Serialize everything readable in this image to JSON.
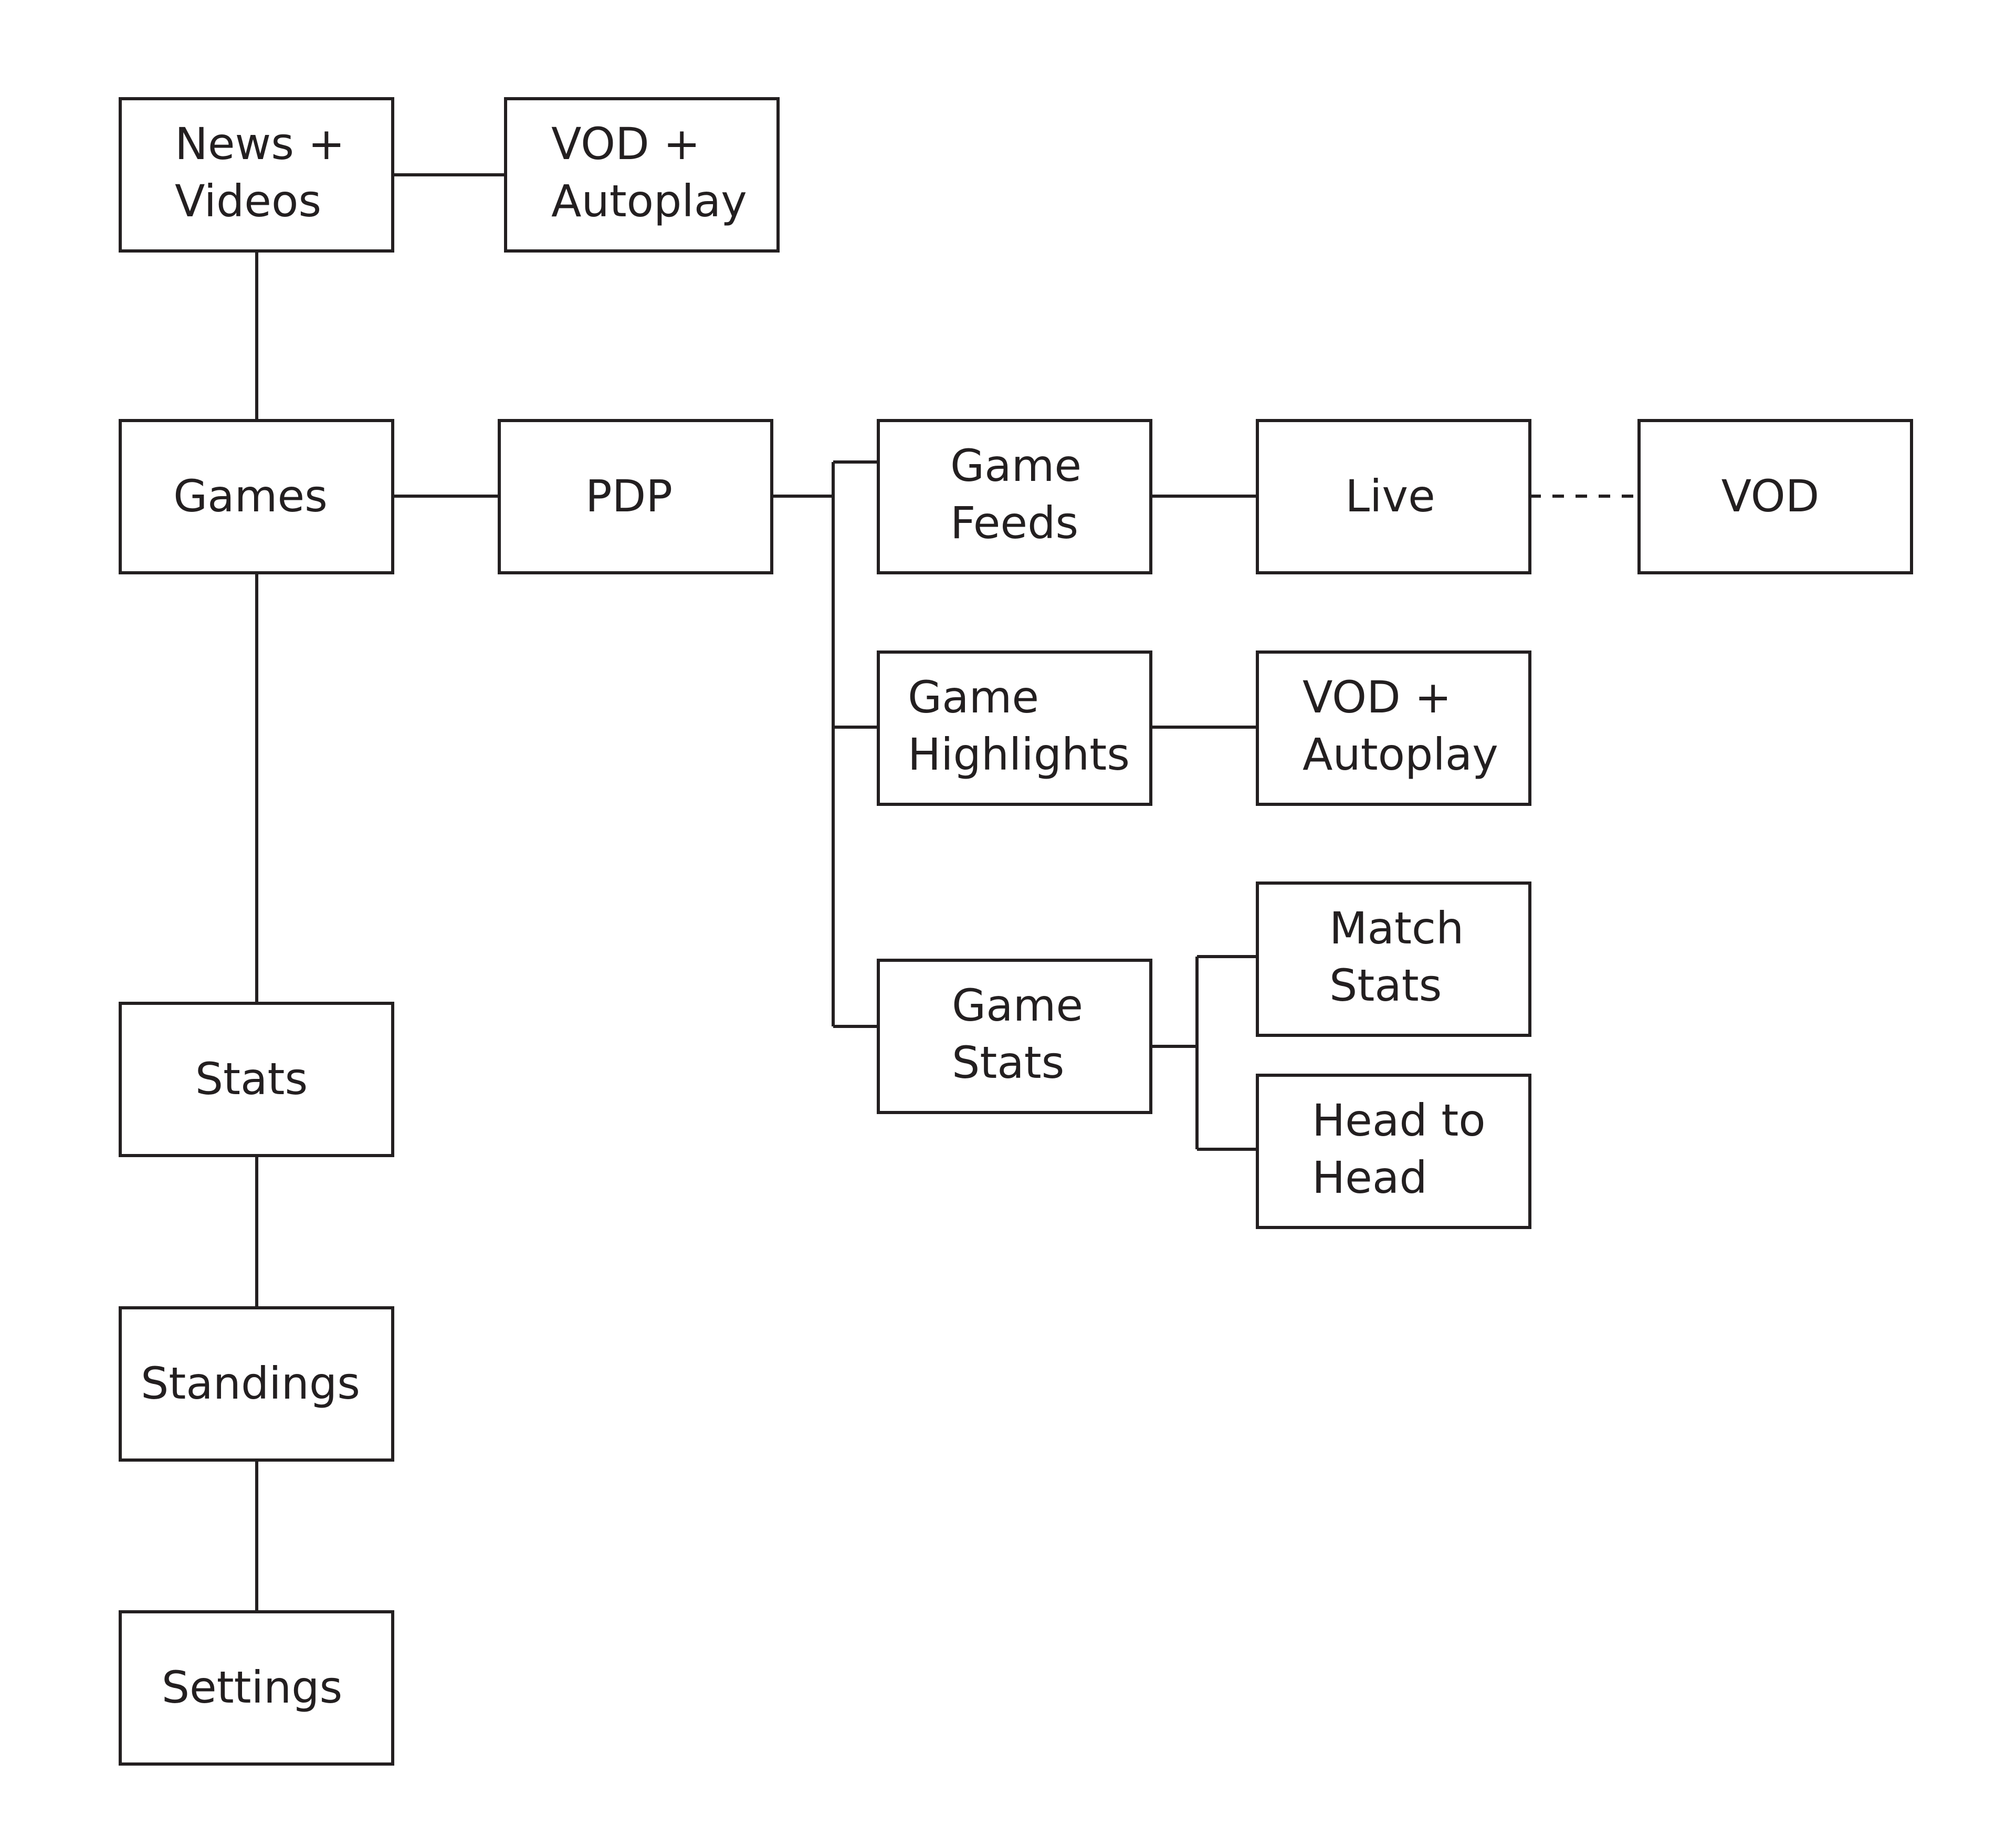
{
  "diagram": {
    "stroke_color": "#231f20",
    "background": "#ffffff",
    "nodes": {
      "news_videos": [
        "News +",
        "Videos"
      ],
      "vod_autoplay_top": [
        "VOD +",
        "Autoplay"
      ],
      "games": [
        "Games"
      ],
      "pdp": [
        "PDP"
      ],
      "game_feeds": [
        "Game",
        "Feeds"
      ],
      "live": [
        "Live"
      ],
      "vod": [
        "VOD"
      ],
      "game_highlights": [
        "Game",
        "Highlights"
      ],
      "vod_autoplay_mid": [
        "VOD +",
        "Autoplay"
      ],
      "game_stats": [
        "Game",
        "Stats"
      ],
      "match_stats": [
        "Match",
        "Stats"
      ],
      "head_to_head": [
        "Head to",
        "Head"
      ],
      "stats": [
        "Stats"
      ],
      "standings": [
        "Standings"
      ],
      "settings": [
        "Settings"
      ]
    },
    "connections": [
      {
        "from": "news_videos",
        "to": "vod_autoplay_top",
        "style": "solid"
      },
      {
        "from": "news_videos",
        "to": "games",
        "style": "solid"
      },
      {
        "from": "games",
        "to": "pdp",
        "style": "solid"
      },
      {
        "from": "pdp",
        "to": "game_feeds",
        "style": "solid"
      },
      {
        "from": "pdp",
        "to": "game_highlights",
        "style": "solid"
      },
      {
        "from": "pdp",
        "to": "game_stats",
        "style": "solid"
      },
      {
        "from": "game_feeds",
        "to": "live",
        "style": "solid"
      },
      {
        "from": "live",
        "to": "vod",
        "style": "dashed"
      },
      {
        "from": "game_highlights",
        "to": "vod_autoplay_mid",
        "style": "solid"
      },
      {
        "from": "game_stats",
        "to": "match_stats",
        "style": "solid"
      },
      {
        "from": "game_stats",
        "to": "head_to_head",
        "style": "solid"
      },
      {
        "from": "games",
        "to": "stats",
        "style": "solid"
      },
      {
        "from": "stats",
        "to": "standings",
        "style": "solid"
      },
      {
        "from": "standings",
        "to": "settings",
        "style": "solid"
      }
    ]
  }
}
